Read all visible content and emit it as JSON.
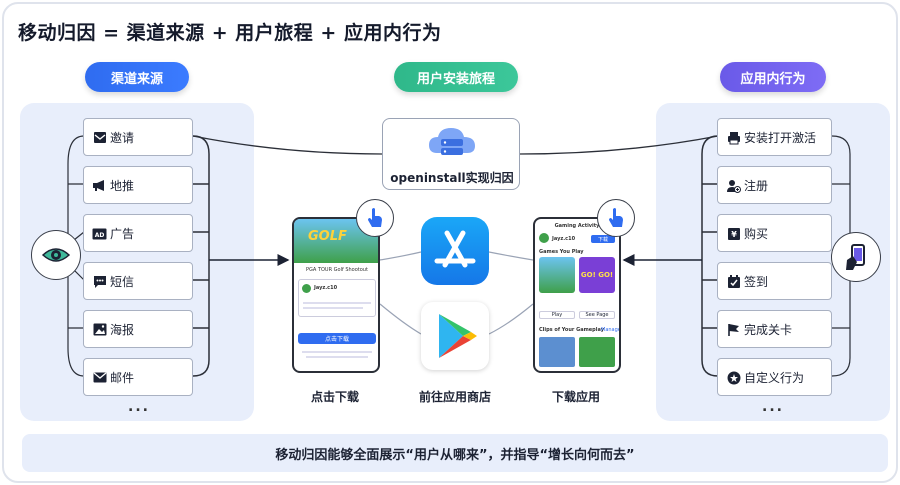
{
  "title": "移动归因 = 渠道来源 + 用户旅程 + 应用内行为",
  "pills": {
    "channel": "渠道来源",
    "journey": "用户安装旅程",
    "inapp": "应用内行为"
  },
  "channels": [
    {
      "label": "邀请",
      "icon": "mail-inbox-icon"
    },
    {
      "label": "地推",
      "icon": "megaphone-icon"
    },
    {
      "label": "广告",
      "icon": "ad-icon"
    },
    {
      "label": "短信",
      "icon": "sms-icon"
    },
    {
      "label": "海报",
      "icon": "image-icon"
    },
    {
      "label": "邮件",
      "icon": "envelope-icon"
    }
  ],
  "behaviors": [
    {
      "label": "安装打开激活",
      "icon": "printer-icon"
    },
    {
      "label": "注册",
      "icon": "user-add-icon"
    },
    {
      "label": "购买",
      "icon": "purchase-icon"
    },
    {
      "label": "签到",
      "icon": "checkin-icon"
    },
    {
      "label": "完成关卡",
      "icon": "flag-icon"
    },
    {
      "label": "自定义行为",
      "icon": "star-badge-icon"
    }
  ],
  "ellipsis": "...",
  "center": {
    "openinstall_label": "openinstall实现归因",
    "captions": {
      "click_download": "点击下载",
      "go_store": "前往应用商店",
      "download_app": "下载应用"
    }
  },
  "phone_left": {
    "game_logo": "GOLF",
    "text1": "PGA TOUR Golf Shootout",
    "user": "Jayz.c10",
    "button": "点击下载"
  },
  "phone_right": {
    "header": "Gaming Activity",
    "user": "Jayz.c10",
    "button": "下载",
    "section1": "Games You Play",
    "game2_logo": "GO! GO!",
    "play_btn": "Play",
    "seepage_btn": "See Page",
    "section2": "Clips of Your Gameplay",
    "manage": "Manage"
  },
  "footer": "移动归因能够全面展示“用户从哪来”，并指导“增长向何而去”",
  "colors": {
    "blue": "#2f6cf0",
    "green": "#2fb88a",
    "purple": "#6a5ae8",
    "panel": "#e8eefb"
  }
}
